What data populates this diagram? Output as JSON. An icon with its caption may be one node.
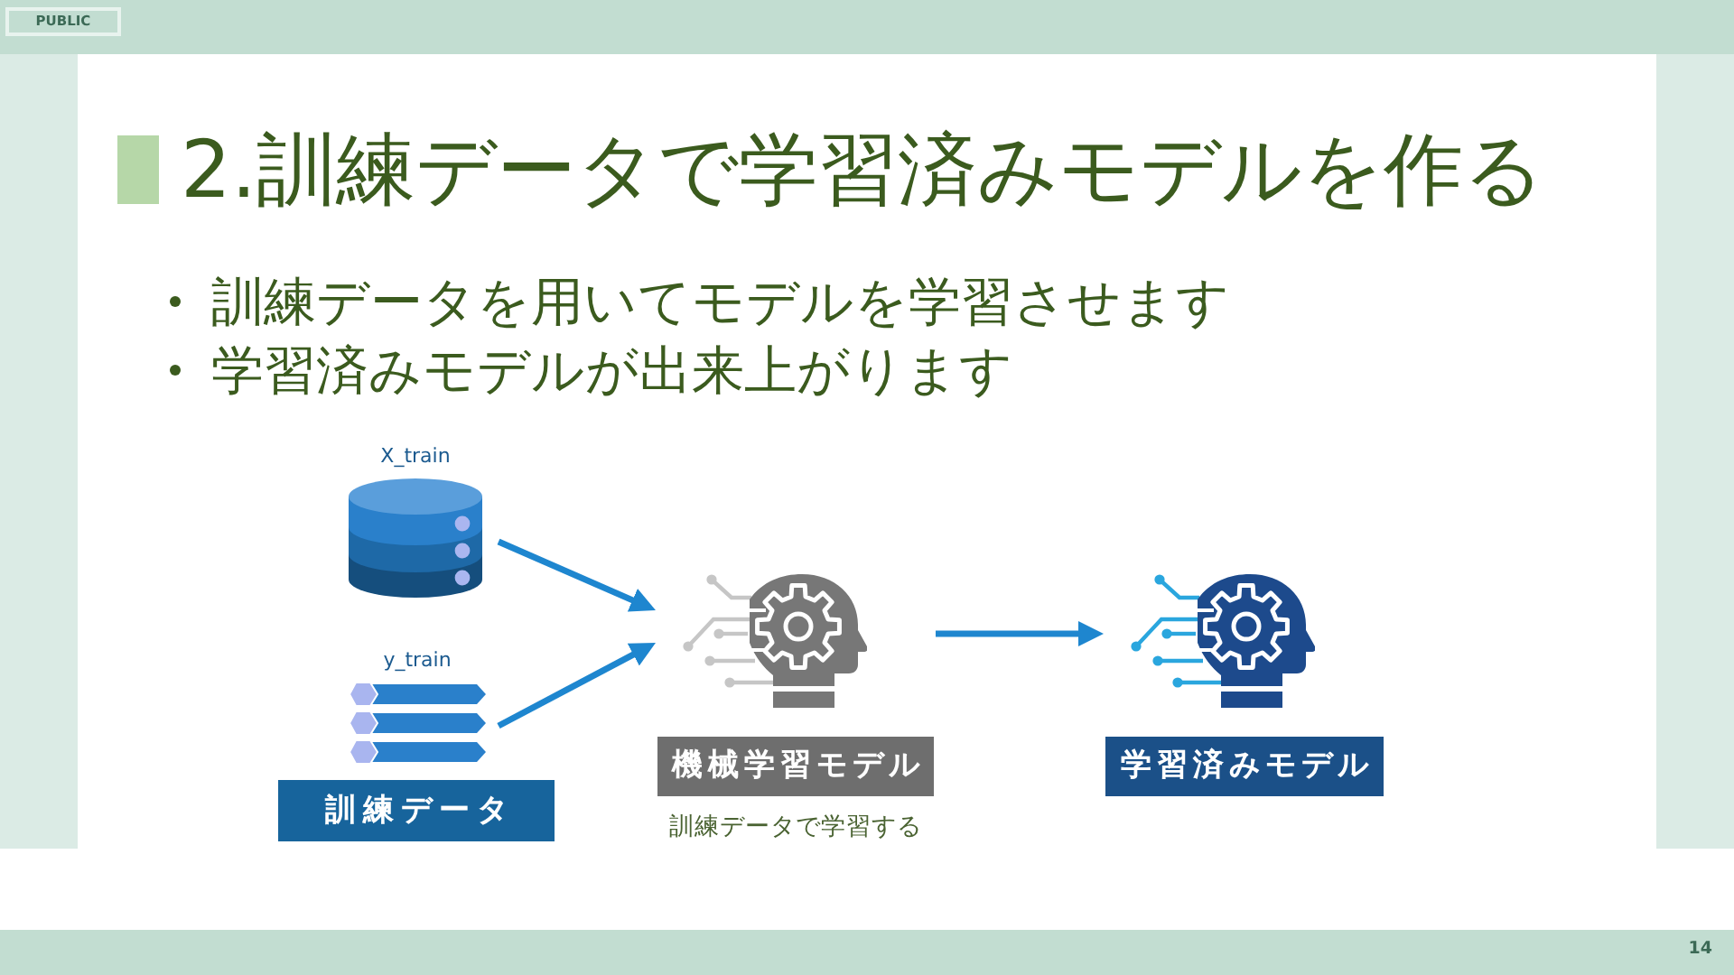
{
  "diagram": {
    "title": "2.訓練データで学習済みモデルを作る",
    "nodes": [
      {
        "text": [
          "X_train"
        ]
      },
      {
        "text": [
          "y_train"
        ]
      },
      {
        "text": [
          "訓練データ"
        ]
      },
      {
        "text": [
          "機械学習モデル"
        ],
        "beside": [
          "訓練データで学習する"
        ]
      },
      {
        "text": [
          "学習済みモデル"
        ]
      }
    ],
    "edges": [
      {
        "from": 0,
        "to": 3,
        "arrow": "to"
      },
      {
        "from": 1,
        "to": 3,
        "arrow": "to"
      },
      {
        "from": 3,
        "to": 4,
        "arrow": "to"
      }
    ],
    "labels": [
      "PUBLIC",
      "訓練データを用いてモデルを学習させます",
      "学習済みモデルが出来上がります",
      "14"
    ]
  }
}
